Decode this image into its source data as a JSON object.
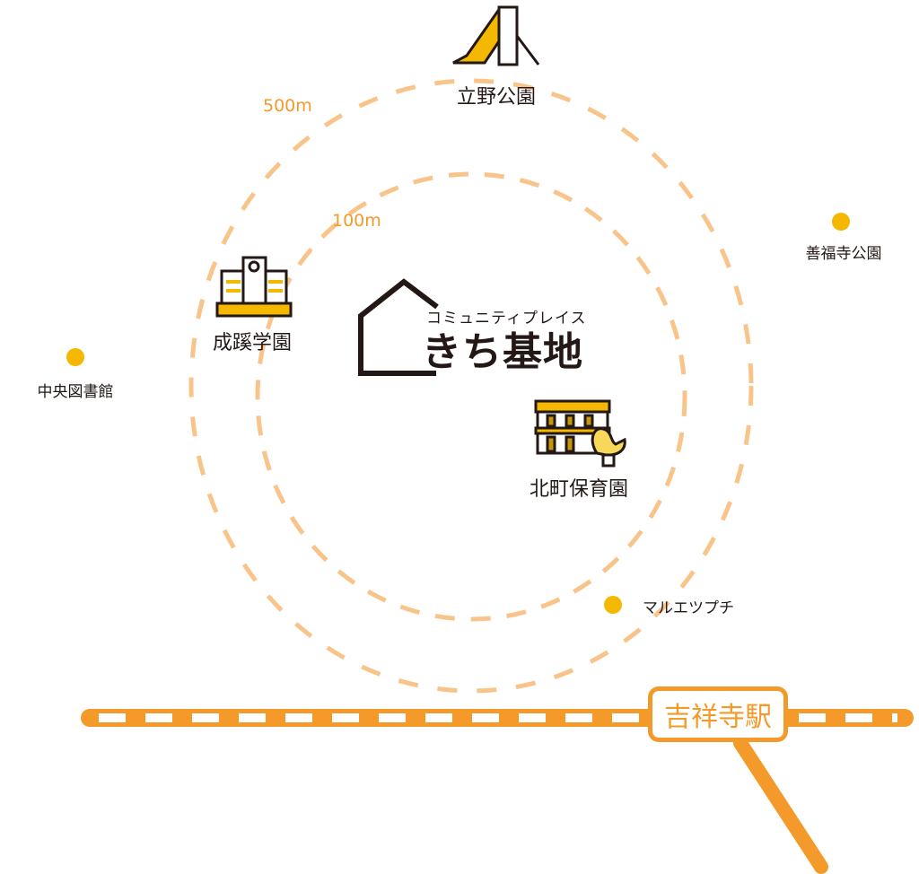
{
  "logo": {
    "subtitle": "コミュニティプレイス",
    "name": "きち基地"
  },
  "distances": {
    "inner": "100m",
    "outer": "500m"
  },
  "landmarks": {
    "park_tateno": "立野公園",
    "seikei": "成蹊学園",
    "kitamachi": "北町保育園",
    "library": "中央図書館",
    "zenpukuji": "善福寺公園",
    "maruetsu": "マルエツプチ"
  },
  "station": "吉祥寺駅",
  "colors": {
    "accent": "#f39a2a",
    "ring": "#f9c48a",
    "dot": "#f5b800",
    "ink": "#231815"
  }
}
